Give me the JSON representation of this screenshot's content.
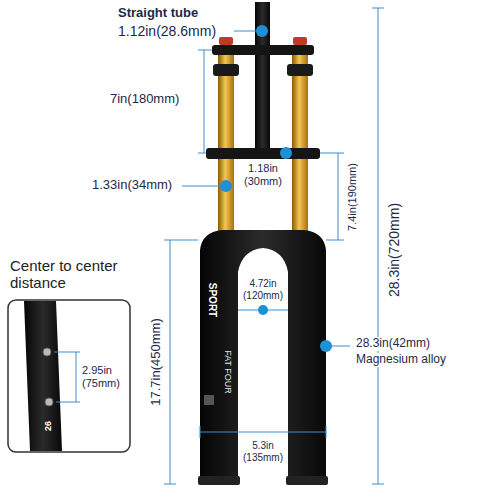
{
  "diagram": {
    "labels": [
      "Straight tube",
      "1.12in(28.6mm)",
      "7in(180mm)",
      "1.33in(34mm)",
      "1.18in (30mm)",
      "7.4in(190mm)",
      "28.3in(720mm)",
      "4.72in (120mm)",
      "28.3in(42mm)",
      "Magnesium alloy",
      "17.7in(450mm)",
      "SPORT",
      "FAT FOUR",
      "5.3in (135mm)",
      "Center to center distance",
      "26",
      "2.95in (75mm)"
    ]
  }
}
